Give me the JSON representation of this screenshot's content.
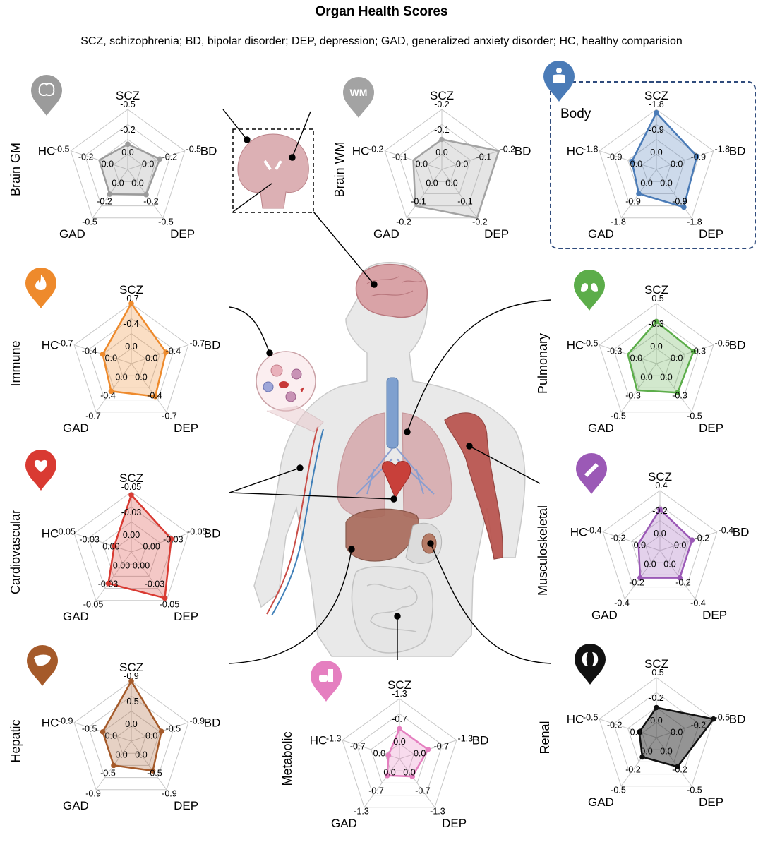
{
  "title": "Organ Health Scores",
  "subtitle": "SCZ, schizophrenia; BD, bipolar disorder; DEP, depression; GAD, generalized anxiety disorder; HC, healthy comparision",
  "badges": {
    "wm_text": "WM"
  },
  "colors": {
    "brain_gm": "#9b9b9b",
    "brain_wm": "#a3a3a3",
    "body": "#4a7bb7",
    "immune": "#ee8a2c",
    "pulmonary": "#5cad4a",
    "cardiovascular": "#d93a32",
    "musculoskeletal": "#9b59b6",
    "hepatic": "#a55a2a",
    "metabolic": "#e57fc0",
    "renal": "#111111"
  },
  "chart_data": [
    {
      "type": "radar",
      "title": "Brain GM",
      "icon": "brain-icon",
      "color_key": "brain_gm",
      "axes": [
        "SCZ",
        "BD",
        "DEP",
        "GAD",
        "HC"
      ],
      "range": [
        -0.5,
        0.5
      ],
      "outer_ticks": [
        "-0.5",
        "-0.5",
        "-0.5",
        "-0.5",
        "-0.5"
      ],
      "mid_ticks": [
        "-0.2",
        "-0.2",
        "-0.2",
        "-0.2",
        "-0.2"
      ],
      "inner_ticks": [
        "0.0",
        "0.0",
        "0.0",
        "0.0",
        "0.0"
      ],
      "values": [
        -0.08,
        0.06,
        0.02,
        0.01,
        0.0
      ],
      "markers": [
        true,
        true,
        true,
        true,
        false
      ]
    },
    {
      "type": "radar",
      "title": "Brain WM",
      "icon": "wm-icon",
      "color_key": "brain_wm",
      "axes": [
        "SCZ",
        "BD",
        "DEP",
        "GAD",
        "HC"
      ],
      "range": [
        -0.2,
        0.2
      ],
      "outer_ticks": [
        "-0.2",
        "-0.2",
        "-0.2",
        "-0.2",
        "-0.2"
      ],
      "mid_ticks": [
        "-0.1",
        "-0.1",
        "-0.1",
        "-0.1",
        "-0.1"
      ],
      "inner_ticks": [
        "0.0",
        "0.0",
        "0.0",
        "0.0",
        "0.0"
      ],
      "values": [
        0.0,
        0.2,
        0.2,
        0.1,
        0.0
      ],
      "markers": [
        true,
        false,
        false,
        false,
        false
      ]
    },
    {
      "type": "radar",
      "title": "Body",
      "icon": "person-icon",
      "color_key": "body",
      "axes": [
        "SCZ",
        "BD",
        "DEP",
        "GAD",
        "HC"
      ],
      "range": [
        -1.8,
        1.8
      ],
      "outer_ticks": [
        "-1.8",
        "-1.8",
        "-1.8",
        "-1.8",
        "-1.8"
      ],
      "mid_ticks": [
        "-0.9",
        "-0.9",
        "-0.9",
        "-0.9",
        "-0.9"
      ],
      "inner_ticks": [
        "0.0",
        "0.0",
        "0.0",
        "0.0",
        "0.0"
      ],
      "values": [
        1.6,
        0.75,
        1.0,
        0.0,
        -0.25
      ],
      "markers": [
        true,
        true,
        true,
        true,
        true
      ]
    },
    {
      "type": "radar",
      "title": "Immune",
      "icon": "flame-icon",
      "color_key": "immune",
      "axes": [
        "SCZ",
        "BD",
        "DEP",
        "GAD",
        "HC"
      ],
      "range": [
        -0.7,
        0.7
      ],
      "outer_ticks": [
        "-0.7",
        "-0.7",
        "-0.7",
        "-0.7",
        "-0.7"
      ],
      "mid_ticks": [
        "-0.4",
        "-0.4",
        "-0.4",
        "-0.4",
        "-0.4"
      ],
      "inner_ticks": [
        "0.0",
        "0.0",
        "0.0",
        "0.0",
        "0.0"
      ],
      "values": [
        0.7,
        0.15,
        0.25,
        0.1,
        0.0
      ],
      "markers": [
        true,
        true,
        true,
        true,
        true
      ]
    },
    {
      "type": "radar",
      "title": "Pulmonary",
      "icon": "lungs-icon",
      "color_key": "pulmonary",
      "axes": [
        "SCZ",
        "BD",
        "DEP",
        "GAD",
        "HC"
      ],
      "range": [
        -0.5,
        0.5
      ],
      "outer_ticks": [
        "-0.5",
        "-0.5",
        "-0.5",
        "-0.5",
        "-0.5"
      ],
      "mid_ticks": [
        "-0.3",
        "-0.3",
        "-0.3",
        "-0.3",
        "-0.3"
      ],
      "inner_ticks": [
        "0.0",
        "0.0",
        "0.0",
        "0.0",
        "0.0"
      ],
      "values": [
        0.2,
        0.15,
        0.1,
        0.05,
        0.0
      ],
      "markers": [
        true,
        true,
        true,
        false,
        false
      ]
    },
    {
      "type": "radar",
      "title": "Cardiovascular",
      "icon": "heart-icon",
      "color_key": "cardiovascular",
      "axes": [
        "SCZ",
        "BD",
        "DEP",
        "GAD",
        "HC"
      ],
      "range": [
        -0.05,
        0.05
      ],
      "outer_ticks": [
        "-0.05",
        "-0.05",
        "-0.05",
        "-0.05",
        "-0.05"
      ],
      "mid_ticks": [
        "-0.03",
        "-0.03",
        "-0.03",
        "-0.03",
        "-0.03"
      ],
      "inner_ticks": [
        "0.00",
        "0.00",
        "0.00",
        "0.00",
        "0.00"
      ],
      "values": [
        0.045,
        0.02,
        0.045,
        0.015,
        -0.02
      ],
      "markers": [
        true,
        true,
        true,
        true,
        true
      ]
    },
    {
      "type": "radar",
      "title": "Musculoskeletal",
      "icon": "bone-icon",
      "color_key": "musculoskeletal",
      "axes": [
        "SCZ",
        "BD",
        "DEP",
        "GAD",
        "HC"
      ],
      "range": [
        -0.4,
        0.4
      ],
      "outer_ticks": [
        "-0.4",
        "-0.4",
        "-0.4",
        "-0.4",
        "-0.4"
      ],
      "mid_ticks": [
        "-0.2",
        "-0.2",
        "-0.2",
        "-0.2",
        "-0.2"
      ],
      "inner_ticks": [
        "0.0",
        "0.0",
        "0.0",
        "0.0",
        "0.0"
      ],
      "values": [
        0.15,
        0.05,
        0.05,
        0.05,
        -0.1
      ],
      "markers": [
        true,
        true,
        true,
        true,
        false
      ]
    },
    {
      "type": "radar",
      "title": "Hepatic",
      "icon": "liver-icon",
      "color_key": "hepatic",
      "axes": [
        "SCZ",
        "BD",
        "DEP",
        "GAD",
        "HC"
      ],
      "range": [
        -0.9,
        0.9
      ],
      "outer_ticks": [
        "-0.9",
        "-0.9",
        "-0.9",
        "-0.9",
        "-0.9"
      ],
      "mid_ticks": [
        "-0.5",
        "-0.5",
        "-0.5",
        "-0.5",
        "-0.5"
      ],
      "inner_ticks": [
        "0.0",
        "0.0",
        "0.0",
        "0.0",
        "0.0"
      ],
      "values": [
        0.9,
        0.05,
        0.2,
        0.0,
        0.0
      ],
      "markers": [
        true,
        true,
        true,
        true,
        true
      ]
    },
    {
      "type": "radar",
      "title": "Metabolic",
      "icon": "food-icon",
      "color_key": "metabolic",
      "axes": [
        "SCZ",
        "BD",
        "DEP",
        "GAD",
        "HC"
      ],
      "range": [
        -1.3,
        1.3
      ],
      "outer_ticks": [
        "-1.3",
        "-1.3",
        "-1.3",
        "-1.3",
        "-1.3"
      ],
      "mid_ticks": [
        "-0.7",
        "-0.7",
        "-0.7",
        "-0.7",
        "-0.7"
      ],
      "inner_ticks": [
        "0.0",
        "0.0",
        "0.0",
        "0.0",
        "0.0"
      ],
      "values": [
        0.0,
        0.0,
        -0.35,
        -0.4,
        -0.8
      ],
      "markers": [
        true,
        true,
        true,
        true,
        true
      ]
    },
    {
      "type": "radar",
      "title": "Renal",
      "icon": "kidney-icon",
      "color_key": "renal",
      "axes": [
        "SCZ",
        "BD",
        "DEP",
        "GAD",
        "HC"
      ],
      "range": [
        -0.5,
        0.5
      ],
      "outer_ticks": [
        "-0.5",
        "-0.5",
        "-0.5",
        "-0.5",
        "-0.5"
      ],
      "mid_ticks": [
        "-0.2",
        "-0.2",
        "-0.2",
        "-0.2",
        "-0.2"
      ],
      "inner_ticks": [
        "0.0",
        "0.0",
        "0.0",
        "0.0",
        "0.0"
      ],
      "values": [
        0.0,
        0.5,
        0.1,
        -0.1,
        -0.2
      ],
      "markers": [
        true,
        true,
        true,
        true,
        true
      ]
    }
  ]
}
